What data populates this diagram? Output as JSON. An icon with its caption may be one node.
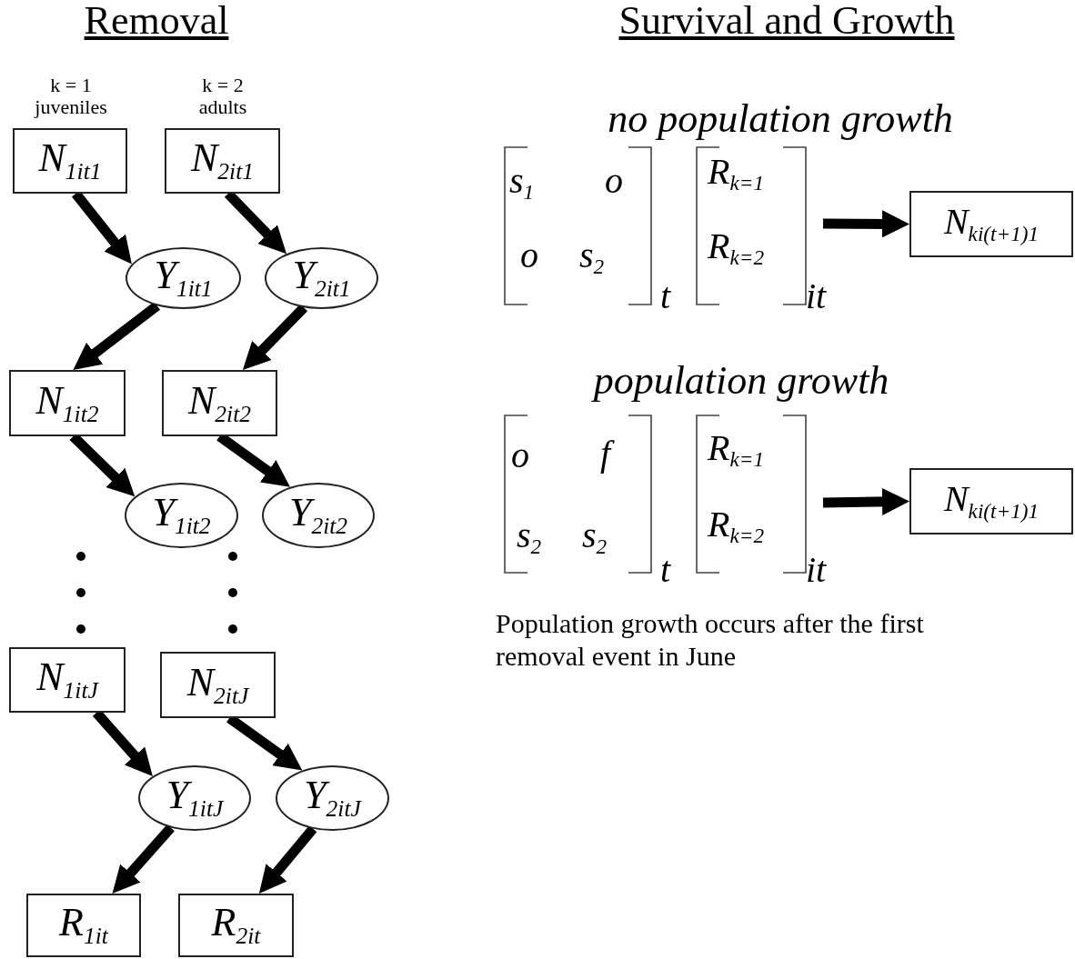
{
  "diagram": {
    "nodes": [
      {
        "text": [
          "N$_{1it1}$"
        ]
      },
      {
        "text": [
          "N$_{2it1}$"
        ]
      },
      {
        "text": [
          "Y$_{1it1}$"
        ]
      },
      {
        "text": [
          "Y$_{2it1}$"
        ]
      },
      {
        "text": [
          "N$_{1it2}$"
        ]
      },
      {
        "text": [
          "N$_{2it2}$"
        ]
      },
      {
        "text": [
          "Y$_{1it2}$"
        ]
      },
      {
        "text": [
          "Y$_{2it2}$"
        ]
      },
      {
        "text": [
          "N$_{1itJ}$"
        ]
      },
      {
        "text": [
          "N$_{2itJ}$"
        ]
      },
      {
        "text": [
          "Y$_{1itJ}$"
        ]
      },
      {
        "text": [
          "Y$_{2itJ}$"
        ]
      },
      {
        "text": [
          "R$_{1it}$"
        ]
      },
      {
        "text": [
          "R$_{2it}$"
        ]
      },
      {
        "text": [
          "N$_{ki(t+1)1}$"
        ]
      },
      {
        "text": [
          "N$_{ki(t+1)1}$"
        ]
      }
    ],
    "edges": [
      {
        "from": 0,
        "to": 2,
        "arrow": "to"
      },
      {
        "from": 1,
        "to": 3,
        "arrow": "to"
      },
      {
        "from": 2,
        "to": 4,
        "arrow": "to"
      },
      {
        "from": 3,
        "to": 5,
        "arrow": "to"
      },
      {
        "from": 4,
        "to": 6,
        "arrow": "to"
      },
      {
        "from": 5,
        "to": 7,
        "arrow": "to"
      },
      {
        "from": 8,
        "to": 10,
        "arrow": "to"
      },
      {
        "from": 9,
        "to": 11,
        "arrow": "to"
      },
      {
        "from": 10,
        "to": 12,
        "arrow": "to"
      },
      {
        "from": 11,
        "to": 13,
        "arrow": "to"
      },
      {
        "from": null,
        "to": 14,
        "arrow": "to"
      },
      {
        "from": null,
        "to": 15,
        "arrow": "to"
      }
    ],
    "labels": [
      "Removal",
      "k = 1 juveniles",
      "k = 2 adults",
      "Survival and Growth",
      "no population growth",
      "s$_{1}$",
      "o",
      "o",
      "s$_{2}$",
      "t",
      "R$_{k=1}$",
      "R$_{k=2}$",
      "it",
      "population growth",
      "o",
      "f",
      "s$_{2}$",
      "s$_{2}$",
      "t",
      "R$_{k=1}$",
      "R$_{k=2}$",
      "it",
      "Population growth occurs after the first removal event in June"
    ]
  }
}
